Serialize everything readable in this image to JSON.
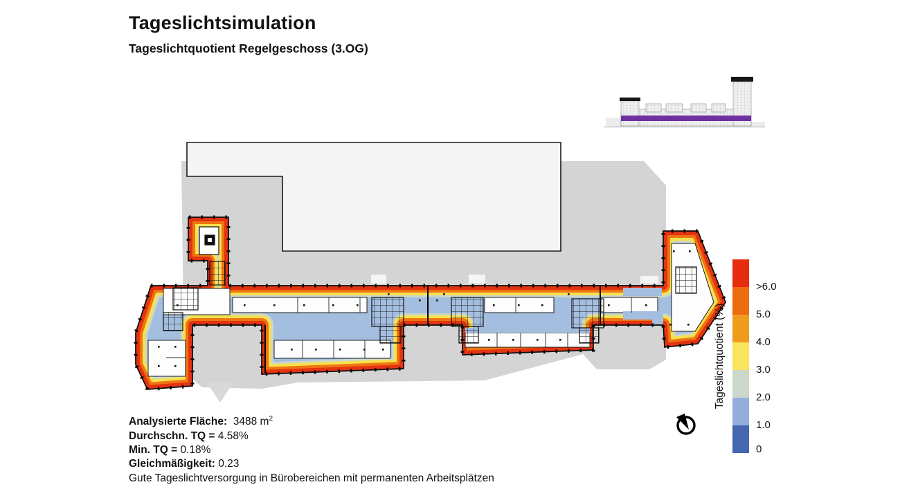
{
  "header": {
    "title": "Tageslichtsimulation",
    "subtitle": "Tageslichtquotient Regelgeschoss (3.OG)"
  },
  "legend": {
    "axis_label": "Tageslichtquotient (%)",
    "entries": [
      {
        "label": ">6.0",
        "color": "#e72d10"
      },
      {
        "label": "5.0",
        "color": "#ee6c10"
      },
      {
        "label": "4.0",
        "color": "#ef9c1d"
      },
      {
        "label": "3.0",
        "color": "#f8e45e"
      },
      {
        "label": "2.0",
        "color": "#ccd8cb"
      },
      {
        "label": "1.0",
        "color": "#93aedd"
      },
      {
        "label": "0",
        "color": "#4467af"
      }
    ]
  },
  "stats": {
    "rows": [
      {
        "label": "Analysierte Fläche:",
        "value": "  3488 m",
        "sup": "2"
      },
      {
        "label": "Durchschn. TQ =",
        "value": " 4.58%"
      },
      {
        "label": "Min. TQ =",
        "value": " 0.18%"
      },
      {
        "label": "Gleichmäßigkeit:",
        "value": " 0.23"
      }
    ],
    "note": "Gute Tageslichtversorgung in Bürobereichen mit permanenten Arbeitsplätzen"
  },
  "plan": {
    "heatmap_band_colors": [
      "#e43310",
      "#ee7512",
      "#f8e14e",
      "#cbd7ca",
      "#a4bee0"
    ],
    "context_color": "#d4d4d4",
    "adjacent_building_color": "#f4f4f4",
    "floor_highlight_color": "#7030a0"
  }
}
